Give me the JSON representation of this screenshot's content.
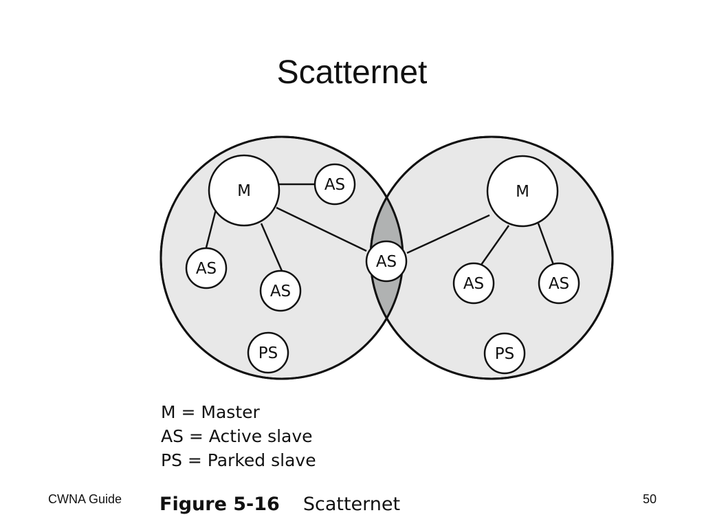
{
  "slide": {
    "title": "Scatternet"
  },
  "diagram": {
    "nodes": {
      "left_master": "M",
      "left_active_top": "AS",
      "left_active_lower_left": "AS",
      "left_active_lower": "AS",
      "left_parked": "PS",
      "shared_active": "AS",
      "right_master": "M",
      "right_active_left": "AS",
      "right_active_right": "AS",
      "right_parked": "PS"
    },
    "colors": {
      "piconet_fill": "#e8e8e8",
      "overlap_fill": "#b0b2b2",
      "stroke": "#111111",
      "node_fill": "#ffffff"
    }
  },
  "legend": {
    "items": [
      "M = Master",
      "AS = Active slave",
      "PS = Parked slave"
    ]
  },
  "caption": {
    "figure_number": "Figure 5-16",
    "figure_title": "Scatternet"
  },
  "footer": {
    "left": "CWNA Guide",
    "page_number": "50"
  }
}
